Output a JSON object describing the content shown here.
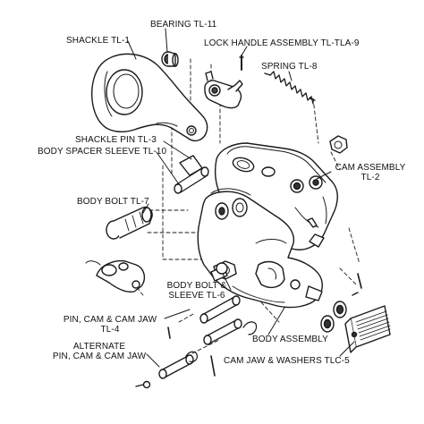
{
  "labels": {
    "bearing": "BEARING TL-11",
    "shackle": "SHACKLE TL-1",
    "lock_handle": "LOCK HANDLE ASSEMBLY TL-TLA-9",
    "spring": "SPRING TL-8",
    "shackle_pin": "SHACKLE PIN TL-3",
    "body_spacer_sleeve": "BODY SPACER SLEEVE TL-10",
    "cam_assembly_line1": "CAM ASSEMBLY",
    "cam_assembly_line2": "TL-2",
    "body_bolt": "BODY BOLT TL-7",
    "body_bolt_sleeve_line1": "BODY BOLT &",
    "body_bolt_sleeve_line2": "SLEEVE TL-6",
    "pin_cam_jaw_line1": "PIN, CAM & CAM JAW",
    "pin_cam_jaw_line2": "TL-4",
    "body_assembly": "BODY ASSEMBLY",
    "alternate_line1": "ALTERNATE",
    "alternate_line2": "PIN, CAM & CAM JAW",
    "cam_jaw_washers": "CAM JAW & WASHERS TLC-5"
  }
}
